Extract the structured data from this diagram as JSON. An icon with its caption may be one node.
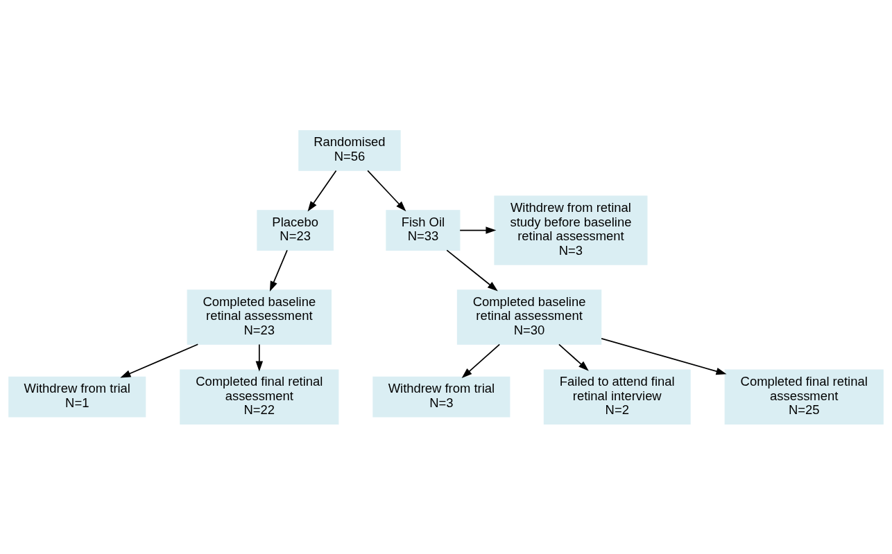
{
  "diagram": {
    "nodes": [
      {
        "text": [
          "Randomised",
          "N=56"
        ]
      },
      {
        "text": [
          "Placebo",
          "N=23"
        ]
      },
      {
        "text": [
          "Fish Oil",
          "N=33"
        ]
      },
      {
        "text": [
          "Withdrew from retinal study before baseline retinal assessment",
          "N=3"
        ]
      },
      {
        "text": [
          "Completed baseline retinal assessment",
          "N=23"
        ]
      },
      {
        "text": [
          "Completed baseline retinal assessment",
          "N=30"
        ]
      },
      {
        "text": [
          "Withdrew from trial",
          "N=1"
        ]
      },
      {
        "text": [
          "Withdrew from trial",
          "N=3"
        ]
      },
      {
        "text": [
          "Failed to attend final retinal interview",
          "N=2"
        ]
      },
      {
        "text": [
          "Completed final retinal assessment",
          "N=22"
        ]
      },
      {
        "text": [
          "Completed final retinal assessment",
          "N=25"
        ]
      }
    ],
    "edges": [
      {
        "from": 0,
        "to": 1,
        "arrow": "to"
      },
      {
        "from": 0,
        "to": 2,
        "arrow": "to"
      },
      {
        "from": 2,
        "to": 3,
        "arrow": "to"
      },
      {
        "from": 1,
        "to": 4,
        "arrow": "to"
      },
      {
        "from": 2,
        "to": 5,
        "arrow": "to"
      },
      {
        "from": 4,
        "to": 6,
        "arrow": "to"
      },
      {
        "from": 4,
        "to": 9,
        "arrow": "to"
      },
      {
        "from": 5,
        "to": 7,
        "arrow": "to"
      },
      {
        "from": 5,
        "to": 8,
        "arrow": "to"
      },
      {
        "from": 5,
        "to": 10,
        "arrow": "to"
      }
    ]
  }
}
